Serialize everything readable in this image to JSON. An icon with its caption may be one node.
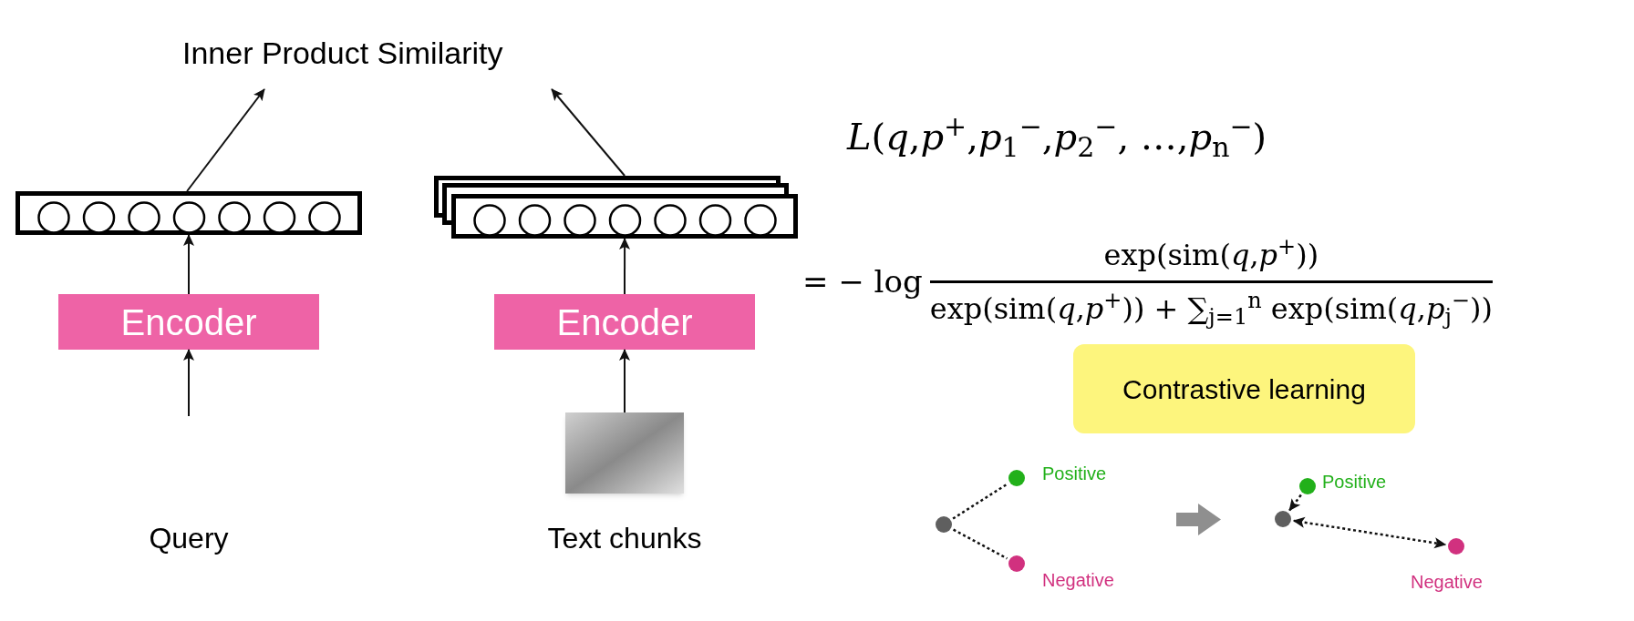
{
  "diagram": {
    "nodes": [
      {
        "text": [
          "Inner Product Similarity"
        ]
      },
      {
        "text": [],
        "shape": "box"
      },
      {
        "text": [
          "Encoder"
        ]
      },
      {
        "text": [],
        "shape": "box"
      },
      {
        "text": [
          "Encoder"
        ]
      },
      {
        "text": [],
        "shape": "picture"
      },
      {
        "text": [
          "Contrastive learning"
        ]
      },
      {
        "text": [],
        "shape": "circle"
      },
      {
        "text": [],
        "shape": "circle",
        "beside": [
          "Positive"
        ]
      },
      {
        "text": [],
        "shape": "circle",
        "beside": [
          "Negative"
        ]
      },
      {
        "text": [],
        "shape": "circle"
      },
      {
        "text": [],
        "shape": "circle",
        "beside": [
          "Positive"
        ]
      },
      {
        "text": [],
        "shape": "circle",
        "beside": [
          "Negative"
        ]
      }
    ],
    "edges": [
      {
        "from": 1,
        "to": 0,
        "arrow": "to"
      },
      {
        "from": 3,
        "to": 0,
        "arrow": "to"
      },
      {
        "from": 2,
        "to": 1,
        "arrow": "to"
      },
      {
        "from": 4,
        "to": 3,
        "arrow": "to"
      },
      {
        "from": null,
        "to": 2,
        "arrow": "to"
      },
      {
        "from": 5,
        "to": 4,
        "arrow": "to"
      },
      {
        "from": 7,
        "to": 8,
        "arrow": "none",
        "style": "dashed"
      },
      {
        "from": 7,
        "to": 9,
        "arrow": "none",
        "style": "dashed"
      },
      {
        "from": 11,
        "to": 10,
        "arrow": "to",
        "style": "dashed"
      },
      {
        "from": 10,
        "to": 12,
        "arrow": "both",
        "style": "dashed"
      }
    ],
    "labels": [
      "*L*(*q*,*p*$^{+}$,*p*$_{1}$$^{−}$,*p*$_{2}$$^{−}$, …,*p*$_{n}$$^{−}$)",
      "= − log",
      "exp(sim(*q*,*p*$^{+}$))",
      "exp(sim(*q*,*p*$^{+}$)) + ∑$_{j=1}$$^{n}$ exp(sim(*q*,*p*$_{j}$$^{−}$))",
      "Query",
      "Text chunks"
    ]
  }
}
